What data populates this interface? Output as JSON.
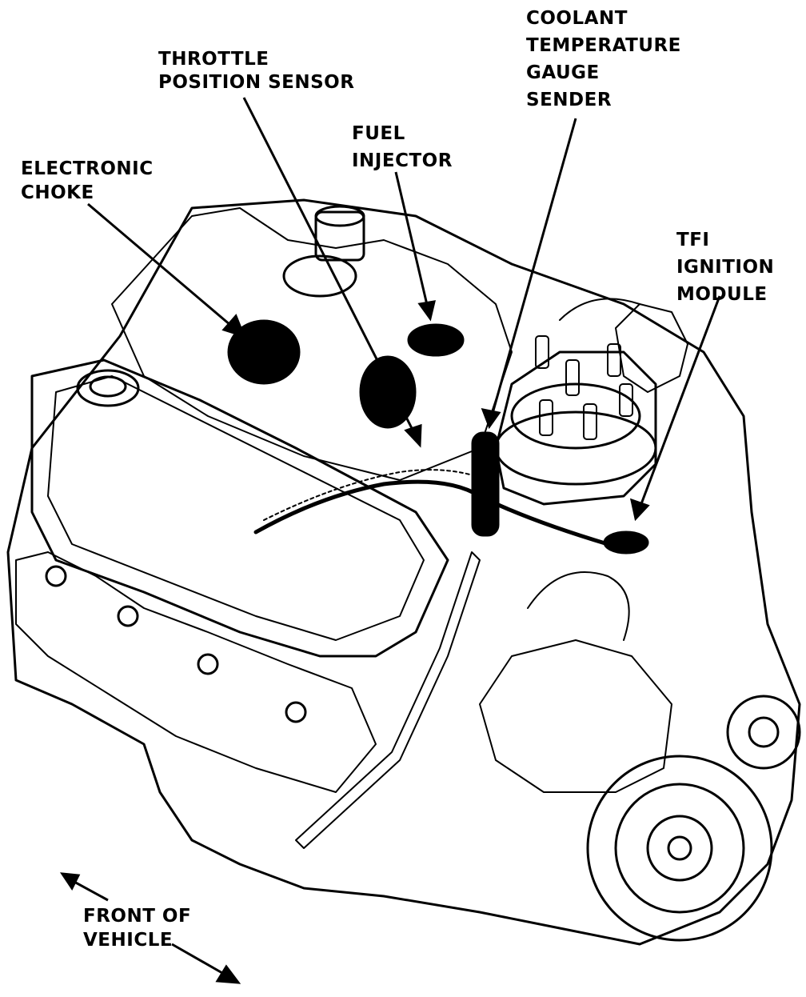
{
  "callouts": {
    "throttle_position_sensor": "THROTTLE\nPOSITION SENSOR",
    "fuel_injector": "FUEL\nINJECTOR",
    "electronic_choke": "ELECTRONIC\nCHOKE",
    "coolant_temperature_gauge_sender": "COOLANT\nTEMPERATURE\nGAUGE\nSENDER",
    "tfi_ignition_module": "TFI\nIGNITION\nMODULE",
    "front_of_vehicle": "FRONT OF\nVEHICLE"
  },
  "colors": {
    "ink": "#000000",
    "paper": "#ffffff"
  }
}
